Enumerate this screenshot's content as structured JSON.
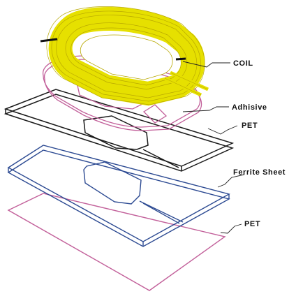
{
  "diagram": {
    "labels": {
      "coil": "COIL",
      "adhesive": "Adhisive",
      "pet_top": "PET",
      "ferrite": "Ferrite Sheet",
      "pet_bottom": "PET"
    },
    "colors": {
      "coil": "#e6e000",
      "adhesive": "#c2609a",
      "pet_top": "#1a1a1a",
      "ferrite": "#2c4a92",
      "pet_bottom": "#c2609a"
    }
  }
}
